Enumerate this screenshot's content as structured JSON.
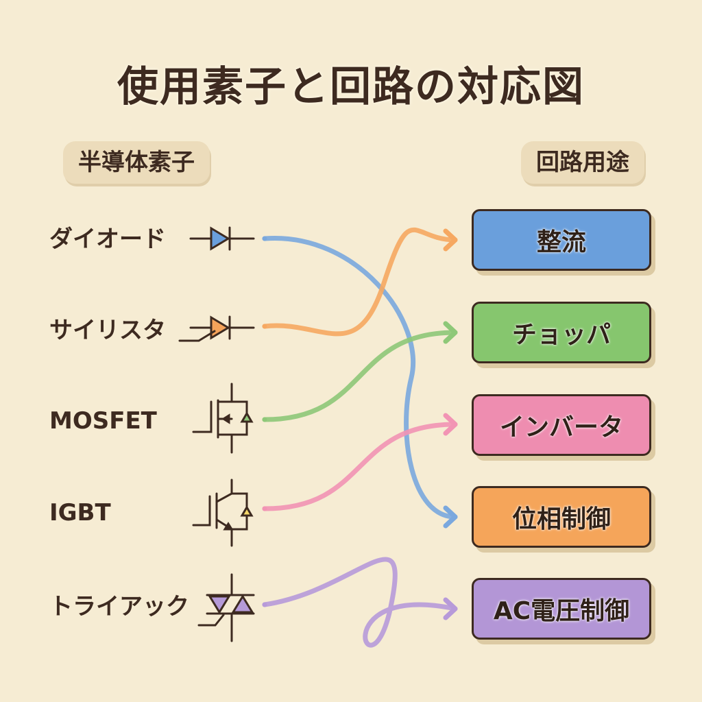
{
  "title": "使用素子と回路の対応図",
  "left_header": "半導体素子",
  "right_header": "回路用途",
  "devices": [
    {
      "id": "diode",
      "label": "ダイオード",
      "symbol": "diode",
      "color": "#6a9fdc"
    },
    {
      "id": "thyristor",
      "label": "サイリスタ",
      "symbol": "thyristor",
      "color": "#f5a35a"
    },
    {
      "id": "mosfet",
      "label": "MOSFET",
      "symbol": "mosfet",
      "color": "#8fc87a"
    },
    {
      "id": "igbt",
      "label": "IGBT",
      "symbol": "igbt",
      "color": "#f08fb0"
    },
    {
      "id": "triac",
      "label": "トライアック",
      "symbol": "triac",
      "color": "#b59ad8"
    }
  ],
  "applications": [
    {
      "id": "rectifier",
      "label": "整流",
      "color": "#6a9fdc"
    },
    {
      "id": "chopper",
      "label": "チョッパ",
      "color": "#86c66e"
    },
    {
      "id": "inverter",
      "label": "インバータ",
      "color": "#ee8db0"
    },
    {
      "id": "phase",
      "label": "位相制御",
      "color": "#f5a55a"
    },
    {
      "id": "acvoltage",
      "label": "AC電圧制御",
      "color": "#b396d6"
    }
  ],
  "connections": [
    {
      "from": "diode",
      "to": "phase",
      "color": "#7aa8de"
    },
    {
      "from": "thyristor",
      "to": "rectifier",
      "color": "#f6a861"
    },
    {
      "from": "mosfet",
      "to": "chopper",
      "color": "#8ec878"
    },
    {
      "from": "igbt",
      "to": "inverter",
      "color": "#f294b4"
    },
    {
      "from": "triac",
      "to": "acvoltage",
      "color": "#b79ad9"
    }
  ]
}
